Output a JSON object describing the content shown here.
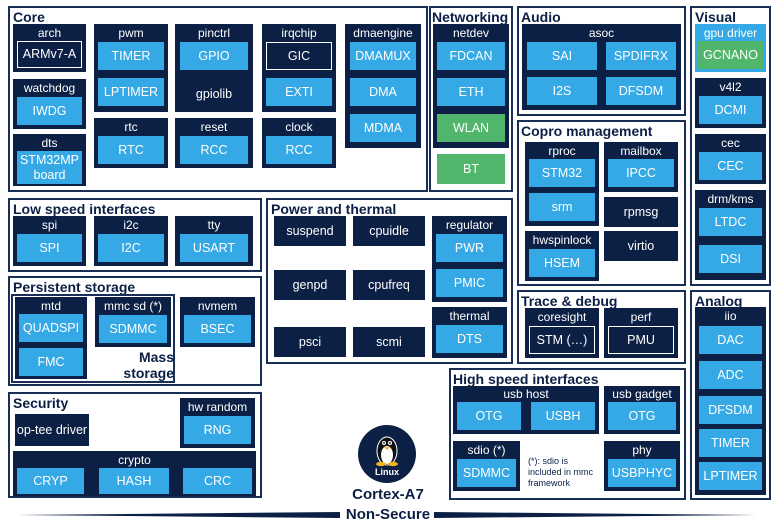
{
  "core": {
    "title": "Core",
    "arch": {
      "label": "arch",
      "item": "ARMv7-A"
    },
    "watchdog": {
      "label": "watchdog",
      "item": "IWDG"
    },
    "dts": {
      "label": "dts",
      "item": "STM32MP board"
    },
    "pwm": {
      "label": "pwm",
      "items": [
        "TIMER",
        "LPTIMER"
      ]
    },
    "rtc": {
      "label": "rtc",
      "item": "RTC"
    },
    "pinctrl": {
      "label": "pinctrl",
      "item": "GPIO",
      "extra": "gpiolib"
    },
    "reset": {
      "label": "reset",
      "item": "RCC"
    },
    "irqchip": {
      "label": "irqchip",
      "items": [
        "GIC",
        "EXTI"
      ]
    },
    "clock": {
      "label": "clock",
      "item": "RCC"
    },
    "dmaengine": {
      "label": "dmaengine",
      "items": [
        "DMAMUX",
        "DMA",
        "MDMA"
      ]
    }
  },
  "networking": {
    "title": "Networking",
    "netdev": {
      "label": "netdev",
      "items": [
        "FDCAN",
        "ETH",
        "WLAN"
      ]
    },
    "bt": "BT"
  },
  "audio": {
    "title": "Audio",
    "asoc": {
      "label": "asoc",
      "items": [
        "SAI",
        "SPDIFRX",
        "I2S",
        "DFSDM"
      ]
    }
  },
  "visual": {
    "title": "Visual",
    "gpu": {
      "label": "gpu driver",
      "item": "GCNANO"
    },
    "v4l2": {
      "label": "v4l2",
      "item": "DCMI"
    },
    "cec": {
      "label": "cec",
      "item": "CEC"
    },
    "drm": {
      "label": "drm/kms",
      "items": [
        "LTDC",
        "DSI"
      ]
    }
  },
  "low_speed": {
    "title": "Low speed interfaces",
    "spi": {
      "label": "spi",
      "item": "SPI"
    },
    "i2c": {
      "label": "i2c",
      "item": "I2C"
    },
    "tty": {
      "label": "tty",
      "item": "USART"
    }
  },
  "power": {
    "title": "Power and thermal",
    "items": [
      "suspend",
      "cpuidle",
      "genpd",
      "cpufreq",
      "psci",
      "scmi"
    ],
    "regulator": {
      "label": "regulator",
      "items": [
        "PWR",
        "PMIC"
      ]
    },
    "thermal": {
      "label": "thermal",
      "item": "DTS"
    }
  },
  "copro": {
    "title": "Copro management",
    "rproc": {
      "label": "rproc",
      "items": [
        "STM32",
        "srm"
      ]
    },
    "mailbox": {
      "label": "mailbox",
      "item": "IPCC"
    },
    "rpmsg": "rpmsg",
    "hwspinlock": {
      "label": "hwspinlock",
      "item": "HSEM"
    },
    "virtio": "virtio"
  },
  "persistent": {
    "title": "Persistent storage",
    "mtd": {
      "label": "mtd",
      "items": [
        "QUADSPI",
        "FMC"
      ]
    },
    "mmc": {
      "label": "mmc sd (*)",
      "item": "SDMMC"
    },
    "nvmem": {
      "label": "nvmem",
      "item": "BSEC"
    },
    "mass": "Mass storage"
  },
  "trace": {
    "title": "Trace & debug",
    "coresight": {
      "label": "coresight",
      "item": "STM (…)"
    },
    "perf": {
      "label": "perf",
      "item": "PMU"
    }
  },
  "analog": {
    "title": "Analog",
    "iio": {
      "label": "iio",
      "items": [
        "DAC",
        "ADC",
        "DFSDM",
        "TIMER",
        "LPTIMER"
      ]
    }
  },
  "security": {
    "title": "Security",
    "optee": "op-tee driver",
    "hwrandom": {
      "label": "hw random",
      "item": "RNG"
    },
    "crypto": {
      "label": "crypto",
      "items": [
        "CRYP",
        "HASH",
        "CRC"
      ]
    }
  },
  "high_speed": {
    "title": "High speed interfaces",
    "usbhost": {
      "label": "usb host",
      "items": [
        "OTG",
        "USBH"
      ]
    },
    "usbgadget": {
      "label": "usb gadget",
      "item": "OTG"
    },
    "sdio": {
      "label": "sdio (*)",
      "item": "SDMMC"
    },
    "note": "(*): sdio is included in mmc framework",
    "phy": {
      "label": "phy",
      "item": "USBPHYC"
    }
  },
  "footer": {
    "logo_text": "Linux",
    "cpu": "Cortex-A7",
    "mode": "Non-Secure"
  }
}
